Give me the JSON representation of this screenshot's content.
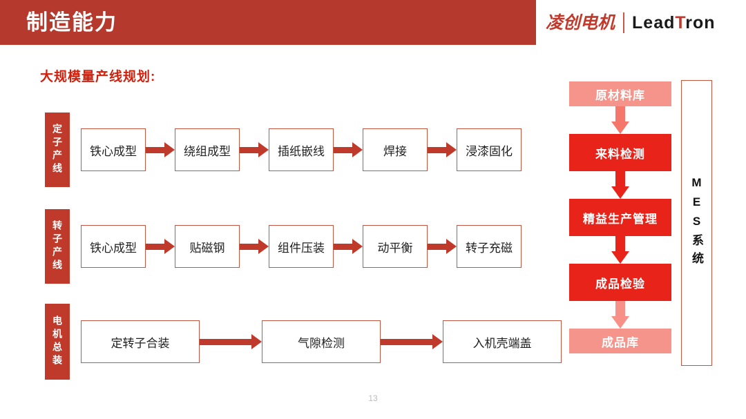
{
  "header": {
    "title": "制造能力",
    "bar_color": "#b5392c",
    "logo": {
      "cn": "凌创电机",
      "en_part1": "Lead",
      "en_accent": "T",
      "en_part2": "ron",
      "accent_color": "#c0392b"
    }
  },
  "subtitle": "大规模量产线规划:",
  "flows": [
    {
      "label": "定子产线",
      "steps": [
        "铁心成型",
        "绕组成型",
        "插纸嵌线",
        "焊接",
        "浸漆固化"
      ]
    },
    {
      "label": "转子产线",
      "steps": [
        "铁心成型",
        "贴磁钢",
        "组件压装",
        "动平衡",
        "转子充磁"
      ]
    },
    {
      "label": "电机总装",
      "steps": [
        "定转子合装",
        "气隙检测",
        "入机壳端盖"
      ]
    }
  ],
  "vertical_flow": {
    "nodes": [
      {
        "label": "原材料库",
        "style": "light",
        "color": "#f5948b"
      },
      {
        "label": "来料检测",
        "style": "strong",
        "color": "#e8241a"
      },
      {
        "label": "精益生产管理",
        "style": "strong",
        "color": "#e8241a"
      },
      {
        "label": "成品检验",
        "style": "strong",
        "color": "#e8241a"
      },
      {
        "label": "成品库",
        "style": "light",
        "color": "#f5948b"
      }
    ]
  },
  "mes_panel": {
    "label": "MES系统",
    "border_color": "#c4553f"
  },
  "page_number": "13",
  "colors": {
    "brand_red": "#bf3a2b",
    "bright_red": "#e8241a",
    "light_red": "#f5948b",
    "box_border": "#c4553f",
    "subtitle_red": "#d3200c"
  }
}
